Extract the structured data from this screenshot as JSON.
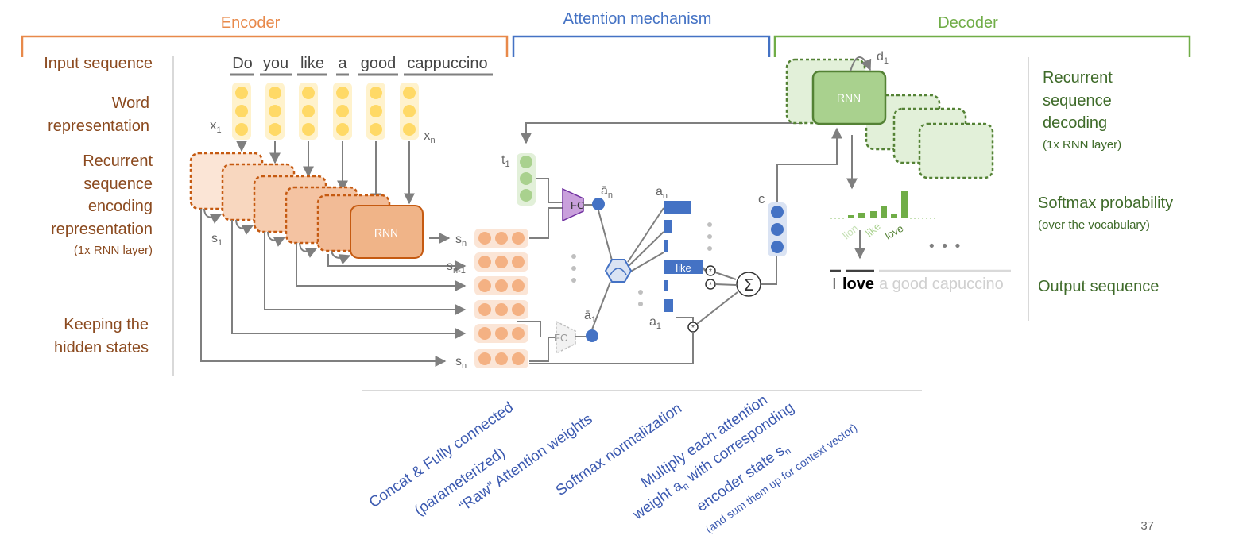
{
  "sections": {
    "encoder": "Encoder",
    "attention": "Attention mechanism",
    "decoder": "Decoder"
  },
  "left_labels": {
    "input_sequence": "Input sequence",
    "word_1": "Word",
    "word_2": "representation",
    "rec_1": "Recurrent",
    "rec_2": "sequence",
    "rec_3": "encoding",
    "rec_4": "representation",
    "rec_5": "(1x RNN layer)",
    "keep_1": "Keeping the",
    "keep_2": "hidden states"
  },
  "input_words": [
    "Do",
    "you",
    "like",
    "a",
    "good",
    "cappuccino"
  ],
  "encoder_labels": {
    "x1": "x",
    "x1_sub": "1",
    "xn": "x",
    "xn_sub": "n",
    "s1": "s",
    "s1_sub": "1",
    "rnn": "RNN"
  },
  "state_labels": {
    "sn": "s",
    "sn_sub": "n",
    "sn1": "s",
    "sn1_sub": "n-1",
    "sn_bottom": "s",
    "sn_bottom_sub": "n"
  },
  "attention_labels": {
    "t1": "t",
    "t1_sub": "1",
    "fc": "FC",
    "an_bar": "ā",
    "an_bar_sub": "n",
    "a1_bar": "ā",
    "a1_bar_sub": "1",
    "an": "a",
    "an_sub": "n",
    "a1": "a",
    "a1_sub": "1",
    "like": "like",
    "c": "c",
    "sum": "Σ"
  },
  "decoder_labels": {
    "rnn": "RNN",
    "d1": "d",
    "d1_sub": "1",
    "prob_words": [
      "lion",
      "like",
      "love"
    ],
    "dots": "• • •",
    "output_words": [
      "I",
      "love",
      "a good capuccino"
    ]
  },
  "right_labels": {
    "rsd_1": "Recurrent",
    "rsd_2": "sequence",
    "rsd_3": "decoding",
    "rsd_4": "(1x RNN layer)",
    "soft_1": "Softmax probability",
    "soft_2": "(over the vocabulary)",
    "output": "Output sequence"
  },
  "step_labels": [
    {
      "l1": "Concat & Fully connected",
      "l2": "(parameterized)"
    },
    {
      "l1": "“Raw” Attention weights"
    },
    {
      "l1": "Softmax normalization"
    },
    {
      "l1": "Multiply each attention",
      "l2a": "weight a",
      "l2sub": "n",
      "l2b": " with corresponding",
      "l3a": "encoder state s",
      "l3sub": "n",
      "l4": "(and sum them up for context vector)"
    }
  ],
  "page_number": "37",
  "colors": {
    "encoder": "#e8894a",
    "attention": "#4472c4",
    "decoder": "#70ad47",
    "encoder_fill": "#f4c8a8",
    "yellow": "#ffd966",
    "green_dot": "#a9d18e"
  }
}
